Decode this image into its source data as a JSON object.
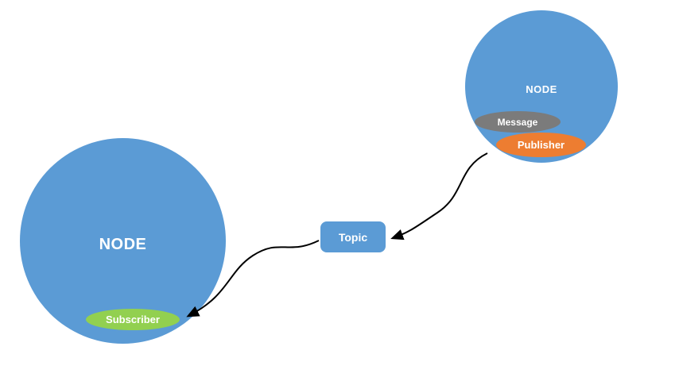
{
  "diagram": {
    "background": "#ffffff",
    "node_color": "#5b9bd5",
    "arrow_color": "#000000",
    "publisher_node": {
      "label": "NODE"
    },
    "subscriber_node": {
      "label": "NODE"
    },
    "message_badge": {
      "label": "Message",
      "color": "#7b7b7b"
    },
    "publisher_badge": {
      "label": "Publisher",
      "color": "#ed7d31"
    },
    "subscriber_badge": {
      "label": "Subscriber",
      "color": "#92d050"
    },
    "topic_box": {
      "label": "Topic",
      "color": "#5b9bd5"
    }
  }
}
